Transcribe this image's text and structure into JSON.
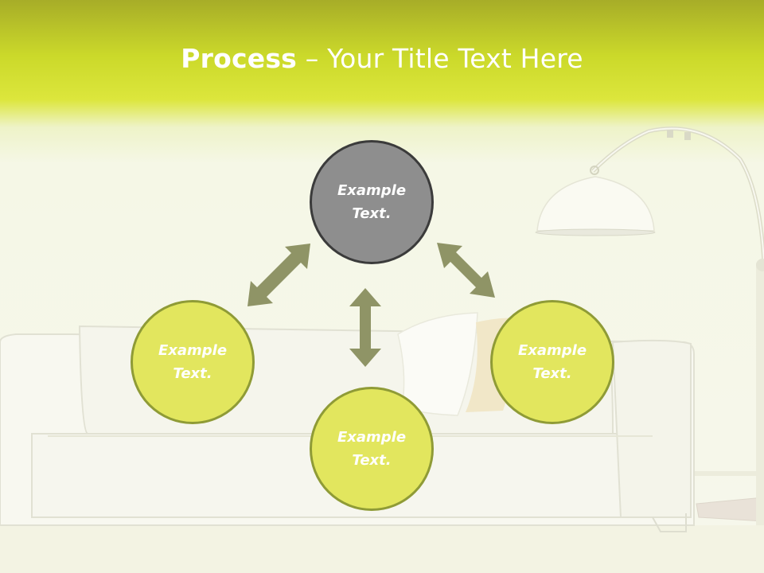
{
  "slide": {
    "title_strong": "Process",
    "title_rest": " – Your Title Text Here"
  },
  "diagram": {
    "nodes": [
      {
        "id": "top",
        "line1": "Example",
        "line2": "Text.",
        "style": "gray"
      },
      {
        "id": "left",
        "line1": "Example",
        "line2": "Text.",
        "style": "green"
      },
      {
        "id": "bottom",
        "line1": "Example",
        "line2": "Text.",
        "style": "green"
      },
      {
        "id": "right",
        "line1": "Example",
        "line2": "Text.",
        "style": "green"
      }
    ],
    "arrows": [
      {
        "from": "top",
        "to": "left",
        "type": "double-headed"
      },
      {
        "from": "top",
        "to": "right",
        "type": "double-headed"
      },
      {
        "from": "top",
        "to": "bottom",
        "type": "double-headed"
      }
    ]
  },
  "colors": {
    "header_dark": "#a7ad28",
    "header_light": "#dce63c",
    "node_gray_fill": "#8e8e8e",
    "node_gray_border": "#3b3b3b",
    "node_green_fill": "#e2e65e",
    "node_green_border": "#8f9b36",
    "arrow": "#8f9466"
  },
  "icons": {
    "arrow_icon": "double-headed-arrow"
  }
}
